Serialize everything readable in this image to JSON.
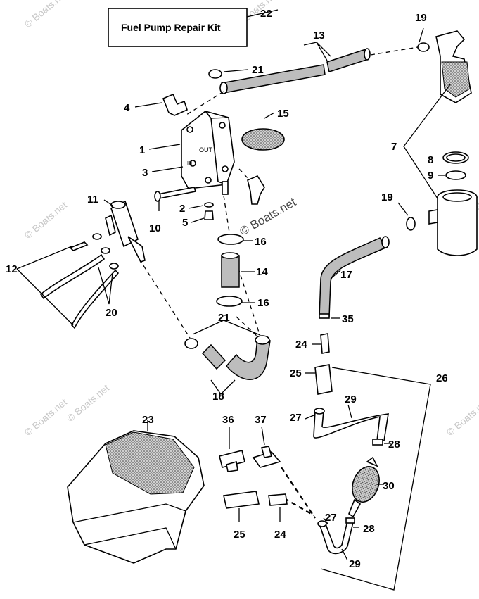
{
  "kit_title": "Fuel Pump Repair Kit",
  "watermark": "© Boats.net",
  "callouts": {
    "c1": "1",
    "c2": "2",
    "c3": "3",
    "c4": "4",
    "c5": "5",
    "c7": "7",
    "c8": "8",
    "c9": "9",
    "c10": "10",
    "c11": "11",
    "c12": "12",
    "c13": "13",
    "c14": "14",
    "c15": "15",
    "c16a": "16",
    "c16b": "16",
    "c17": "17",
    "c18": "18",
    "c19a": "19",
    "c19b": "19",
    "c20": "20",
    "c21a": "21",
    "c21b": "21",
    "c22": "22",
    "c23": "23",
    "c24a": "24",
    "c24b": "24",
    "c25a": "25",
    "c25b": "25",
    "c26": "26",
    "c27a": "27",
    "c27b": "27",
    "c28a": "28",
    "c28b": "28",
    "c29a": "29",
    "c29b": "29",
    "c30": "30",
    "c35": "35",
    "c36": "36",
    "c37": "37"
  },
  "pump_marks": {
    "out": "OUT",
    "in": "IN"
  }
}
